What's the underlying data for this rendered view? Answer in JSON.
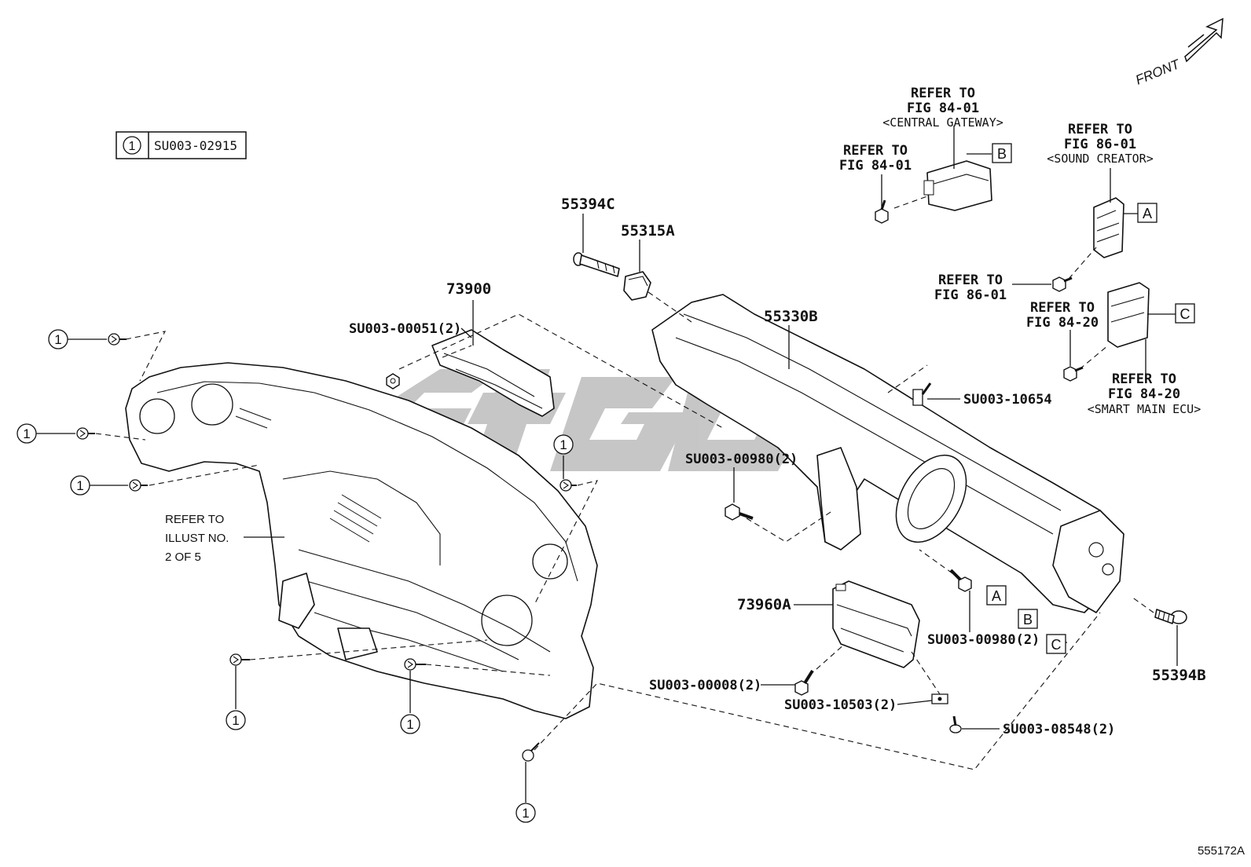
{
  "legend": {
    "symbol": "1",
    "code": "SU003-02915"
  },
  "front_label": "FRONT",
  "figure_id": "555172A",
  "parts": {
    "p55394C": "55394C",
    "p55315A": "55315A",
    "p73900": "73900",
    "p55330B": "55330B",
    "p73960A": "73960A",
    "p55394B": "55394B",
    "s00051": "SU003-00051(2)",
    "s10654": "SU003-10654",
    "s00980a": "SU003-00980(2)",
    "s00980b": "SU003-00980(2)",
    "s00008": "SU003-00008(2)",
    "s10503": "SU003-10503(2)",
    "s08548": "SU003-08548(2)"
  },
  "refs": {
    "central_gateway": {
      "l1": "REFER TO",
      "l2": "FIG 84-01",
      "l3": "<CENTRAL GATEWAY>"
    },
    "fig8401": {
      "l1": "REFER TO",
      "l2": "FIG 84-01"
    },
    "sound_creator": {
      "l1": "REFER TO",
      "l2": "FIG 86-01",
      "l3": "<SOUND CREATOR>"
    },
    "fig8601": {
      "l1": "REFER TO",
      "l2": "FIG 86-01"
    },
    "fig8420": {
      "l1": "REFER TO",
      "l2": "FIG 84-20"
    },
    "smart_main": {
      "l1": "REFER TO",
      "l2": "FIG 84-20",
      "l3": "<SMART MAIN ECU>"
    },
    "illust": {
      "l1": "REFER TO",
      "l2": "ILLUST NO.",
      "l3": "2 OF 5"
    }
  },
  "boxes": {
    "A": "A",
    "B": "B",
    "C": "C"
  },
  "callout": "1",
  "watermark_color": "#bdbdbd"
}
